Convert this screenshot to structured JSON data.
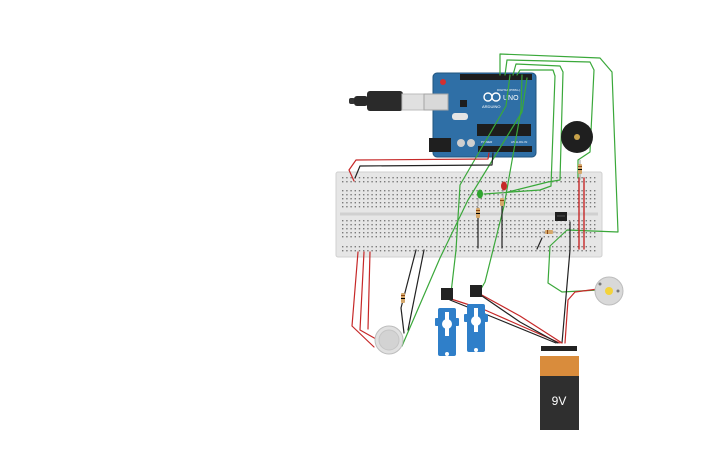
{
  "arduino": {
    "brand": "ARDUINO",
    "model": "UNO",
    "label_analog": "ANALOG IN",
    "label_power": "POWER",
    "label_digital": "DIGITAL (PWM~)"
  },
  "battery": {
    "label": "9V",
    "top_color": "#d98c3c",
    "body_color": "#2f2f2f"
  },
  "colors": {
    "wire_green": "#3aa83a",
    "wire_red": "#c62828",
    "wire_black": "#222222",
    "breadboard": "#e6e6e6",
    "arduino_board": "#2f6fa6",
    "servo": "#2f7fc9",
    "led_green": "#2fa52f",
    "led_red": "#c62828"
  },
  "components": [
    "arduino-uno",
    "usb-cable",
    "breadboard",
    "piezo-buzzer",
    "green-led",
    "red-led",
    "resistor",
    "ic-chip",
    "servo-1",
    "servo-2",
    "gas-sensor",
    "dc-motor",
    "battery-9v"
  ]
}
